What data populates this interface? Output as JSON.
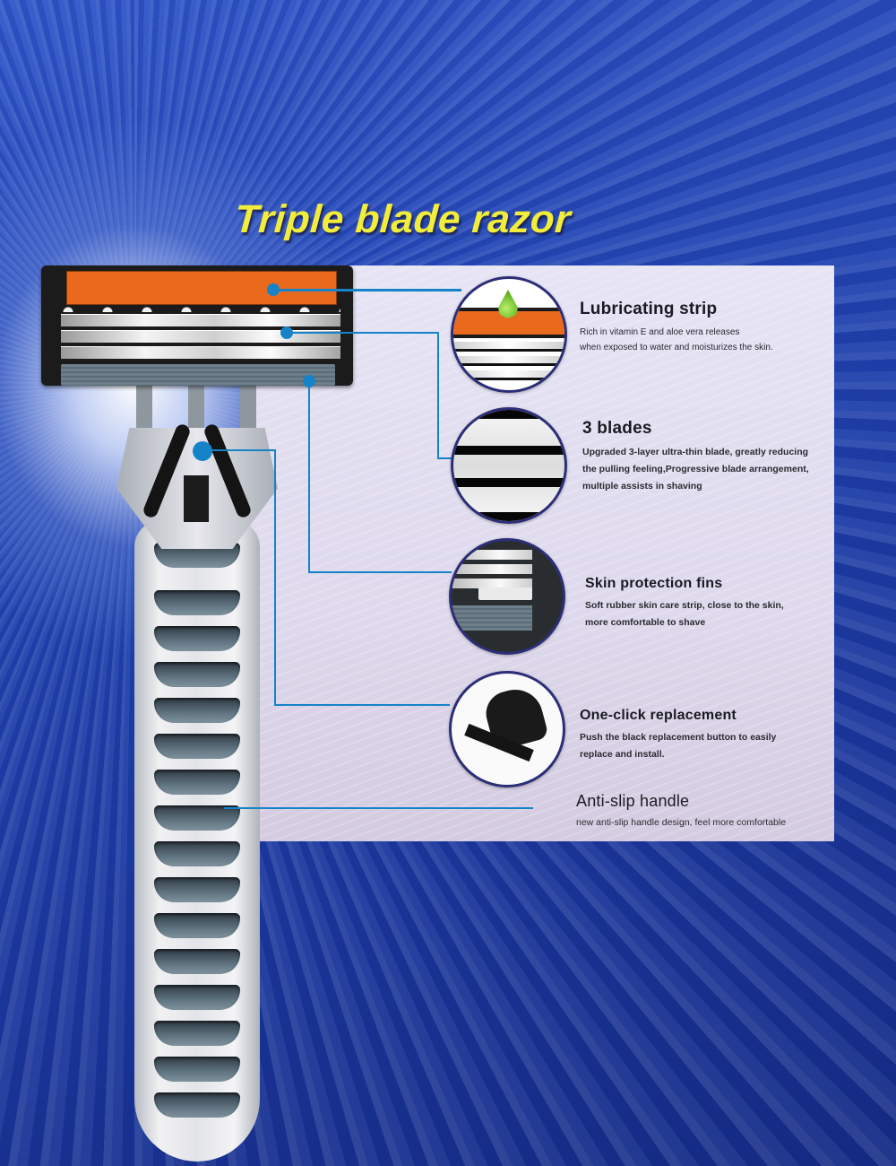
{
  "title": "Triple blade razor",
  "colors": {
    "background": "#2143b0",
    "title": "#f2ec3a",
    "callout_line": "#1683c9",
    "lubricating_strip": "#e96a1c",
    "circle_border": "#2c2e78",
    "panel": "#e2dff0"
  },
  "features": [
    {
      "id": "lubricating-strip",
      "heading": "Lubricating strip",
      "lines": [
        "Rich in vitamin E and aloe vera releases",
        "when exposed to water and moisturizes the skin."
      ]
    },
    {
      "id": "three-blades",
      "heading": "3 blades",
      "lines": [
        "Upgraded 3-layer ultra-thin blade, greatly reducing",
        "the pulling feeling,Progressive blade arrangement,",
        "multiple assists in shaving"
      ]
    },
    {
      "id": "skin-protection-fins",
      "heading": "Skin protection fins",
      "lines": [
        "Soft rubber skin care strip, close to the skin,",
        "more comfortable to shave"
      ]
    },
    {
      "id": "one-click-replacement",
      "heading": "One-click replacement",
      "lines": [
        "Push the black replacement button to easily",
        "replace and install."
      ]
    },
    {
      "id": "anti-slip-handle",
      "heading": "Anti-slip handle",
      "lines": [
        "new anti-slip handle design, feel more comfortable"
      ]
    }
  ]
}
